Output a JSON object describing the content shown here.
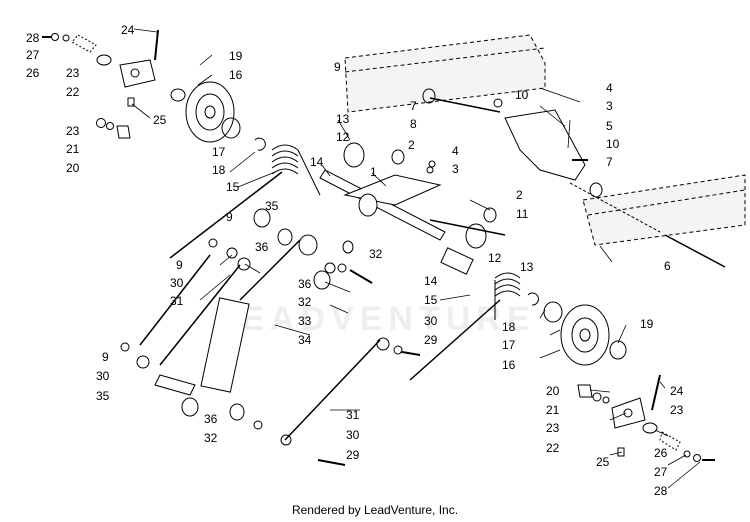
{
  "credit": "Rendered by LeadVenture, Inc.",
  "watermark": "LEADVENTURE",
  "labels": [
    "28",
    "27",
    "26",
    "24",
    "23",
    "22",
    "19",
    "16",
    "25",
    "23",
    "21",
    "20",
    "17",
    "18",
    "15",
    "14",
    "13",
    "12",
    "9",
    "7",
    "8",
    "10",
    "4",
    "3",
    "5",
    "10",
    "7",
    "2",
    "4",
    "3",
    "1",
    "2",
    "11",
    "6",
    "9",
    "35",
    "36",
    "9",
    "30",
    "31",
    "32",
    "36",
    "32",
    "33",
    "34",
    "12",
    "13",
    "14",
    "15",
    "30",
    "29",
    "18",
    "17",
    "16",
    "19",
    "9",
    "30",
    "35",
    "36",
    "32",
    "31",
    "30",
    "29",
    "20",
    "21",
    "23",
    "22",
    "24",
    "23",
    "26",
    "27",
    "25",
    "28"
  ],
  "colors": {
    "line": "#000000",
    "rail_fill": "#f2f2f2",
    "watermark": "#eeeeee"
  }
}
